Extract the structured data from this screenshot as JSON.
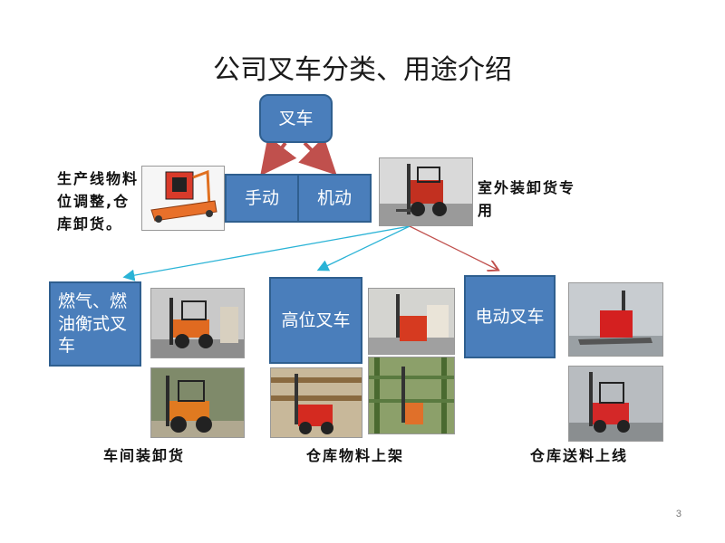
{
  "title": "公司叉车分类、用途介绍",
  "root": {
    "label": "叉车"
  },
  "level1": {
    "manual": "手动",
    "motorized": "机动"
  },
  "labels": {
    "manual_use": "生产线物料位调整,仓库卸货。",
    "outdoor_use": "室外装卸货专用"
  },
  "categories": [
    {
      "label": "燃气、燃油衡式叉车",
      "usage": "车间装卸货"
    },
    {
      "label": "高位叉车",
      "usage": "仓库物料上架"
    },
    {
      "label": "电动叉车",
      "usage": "仓库送料上线"
    }
  ],
  "colors": {
    "box_fill": "#4a7ebb",
    "arrow_red": "#c0504d",
    "arrow_cyan": "#2ab3d6"
  },
  "page_number": "3"
}
